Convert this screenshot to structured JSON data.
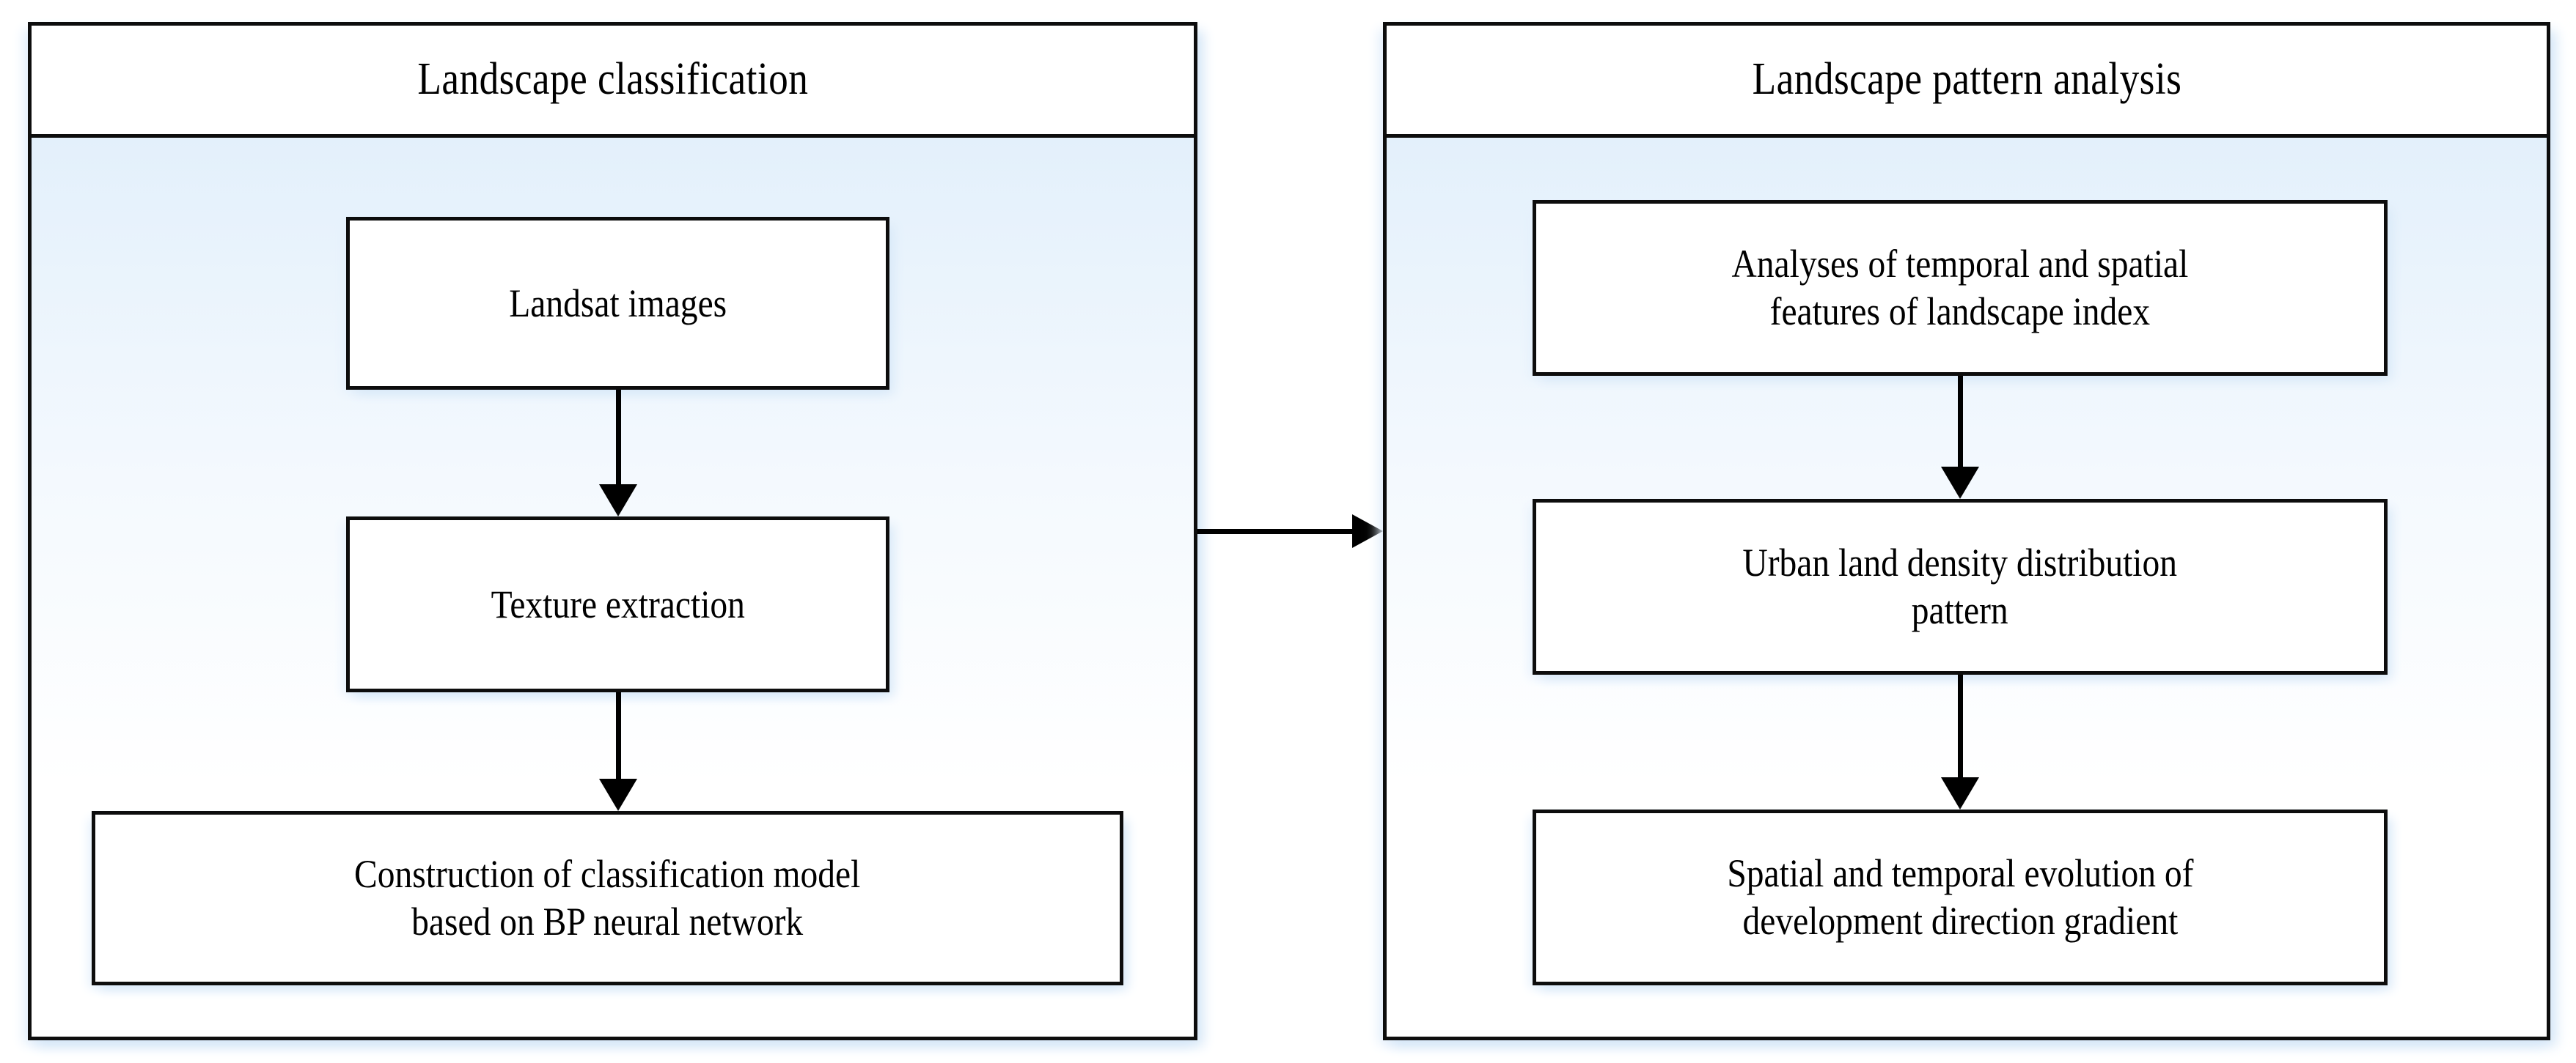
{
  "diagram": {
    "type": "flowchart",
    "orientation": "two-column-pipeline",
    "panels": [
      {
        "id": "landscape-classification",
        "title": "Landscape classification",
        "nodes": [
          {
            "id": "landsat-images",
            "label": "Landsat images"
          },
          {
            "id": "texture-extraction",
            "label": "Texture extraction"
          },
          {
            "id": "classification-model",
            "label": "Construction of classification model based on BP neural network",
            "line1": "Construction of classification model",
            "line2": "based on BP neural network"
          }
        ],
        "connectors": [
          {
            "from": "landsat-images",
            "to": "texture-extraction",
            "direction": "down"
          },
          {
            "from": "texture-extraction",
            "to": "classification-model",
            "direction": "down"
          }
        ]
      },
      {
        "id": "landscape-pattern-analysis",
        "title": "Landscape pattern analysis",
        "nodes": [
          {
            "id": "temporal-spatial-features",
            "label": "Analyses of temporal and spatial features of landscape index",
            "line1": "Analyses of temporal and spatial",
            "line2": "features of landscape index"
          },
          {
            "id": "urban-land-density",
            "label": "Urban land density distribution pattern",
            "line1": "Urban land density distribution",
            "line2": "pattern"
          },
          {
            "id": "development-direction-gradient",
            "label": "Spatial and temporal evolution of development direction gradient",
            "line1": "Spatial and temporal evolution of",
            "line2": "development direction gradient"
          }
        ],
        "connectors": [
          {
            "from": "temporal-spatial-features",
            "to": "urban-land-density",
            "direction": "down"
          },
          {
            "from": "urban-land-density",
            "to": "development-direction-gradient",
            "direction": "down"
          }
        ]
      }
    ],
    "cross_panel_connector": {
      "from": "landscape-classification",
      "to": "landscape-pattern-analysis",
      "direction": "right"
    },
    "colors": {
      "stroke": "#0d0d0d",
      "text": "#000000",
      "fill": "#ffffff",
      "shadow": "#d9e9f8",
      "body_tint": "#e3f0fb"
    }
  }
}
